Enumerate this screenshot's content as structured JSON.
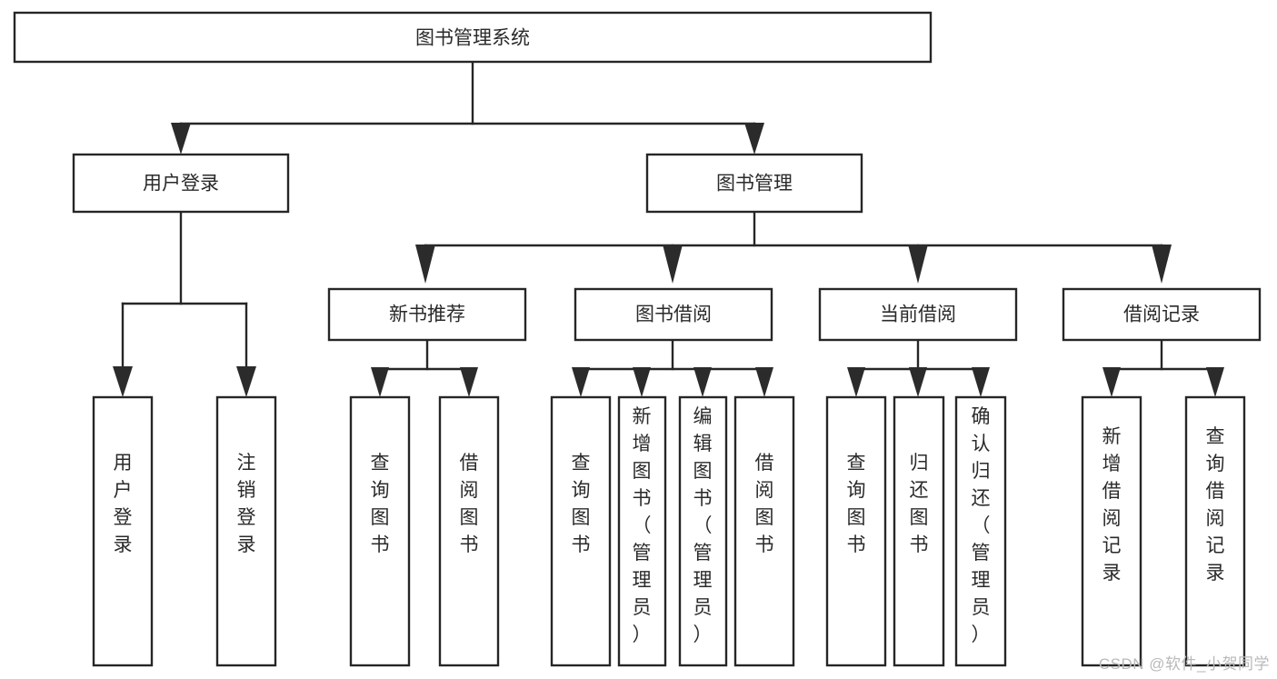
{
  "diagram": {
    "type": "hierarchy-tree",
    "title": "图书管理系统",
    "watermark": "CSDN @软件_小贺同学",
    "colors": {
      "stroke": "#262626",
      "fill": "#ffffff",
      "text": "#2a2a2a",
      "watermark": "#b9b9b9"
    },
    "levels": [
      {
        "level": 1,
        "nodes": [
          {
            "id": "root",
            "label": "图书管理系统",
            "orientation": "horizontal"
          }
        ]
      },
      {
        "level": 2,
        "nodes": [
          {
            "id": "login",
            "label": "用户登录",
            "orientation": "horizontal",
            "parent": "root"
          },
          {
            "id": "bookmgmt",
            "label": "图书管理",
            "orientation": "horizontal",
            "parent": "root"
          }
        ]
      },
      {
        "level": 3,
        "nodes": [
          {
            "id": "newbook",
            "label": "新书推荐",
            "orientation": "horizontal",
            "parent": "bookmgmt"
          },
          {
            "id": "borrow",
            "label": "图书借阅",
            "orientation": "horizontal",
            "parent": "bookmgmt"
          },
          {
            "id": "current",
            "label": "当前借阅",
            "orientation": "horizontal",
            "parent": "bookmgmt"
          },
          {
            "id": "records",
            "label": "借阅记录",
            "orientation": "horizontal",
            "parent": "bookmgmt"
          }
        ]
      },
      {
        "level": 4,
        "nodes": [
          {
            "id": "leaf1",
            "label": "用户登录",
            "orientation": "vertical",
            "parent": "login"
          },
          {
            "id": "leaf2",
            "label": "注销登录",
            "orientation": "vertical",
            "parent": "login"
          },
          {
            "id": "leaf3",
            "label": "查询图书",
            "orientation": "vertical",
            "parent": "newbook"
          },
          {
            "id": "leaf4",
            "label": "借阅图书",
            "orientation": "vertical",
            "parent": "newbook"
          },
          {
            "id": "leaf5",
            "label": "查询图书",
            "orientation": "vertical",
            "parent": "borrow"
          },
          {
            "id": "leaf6",
            "label": "新增图书（管理员）",
            "orientation": "vertical",
            "parent": "borrow"
          },
          {
            "id": "leaf7",
            "label": "编辑图书（管理员）",
            "orientation": "vertical",
            "parent": "borrow"
          },
          {
            "id": "leaf8",
            "label": "借阅图书",
            "orientation": "vertical",
            "parent": "borrow"
          },
          {
            "id": "leaf9",
            "label": "查询图书",
            "orientation": "vertical",
            "parent": "current"
          },
          {
            "id": "leaf10",
            "label": "归还图书",
            "orientation": "vertical",
            "parent": "current"
          },
          {
            "id": "leaf11",
            "label": "确认归还（管理员）",
            "orientation": "vertical",
            "parent": "current"
          },
          {
            "id": "leaf12",
            "label": "新增借阅记录",
            "orientation": "vertical",
            "parent": "records"
          },
          {
            "id": "leaf13",
            "label": "查询借阅记录",
            "orientation": "vertical",
            "parent": "records"
          }
        ]
      }
    ]
  }
}
